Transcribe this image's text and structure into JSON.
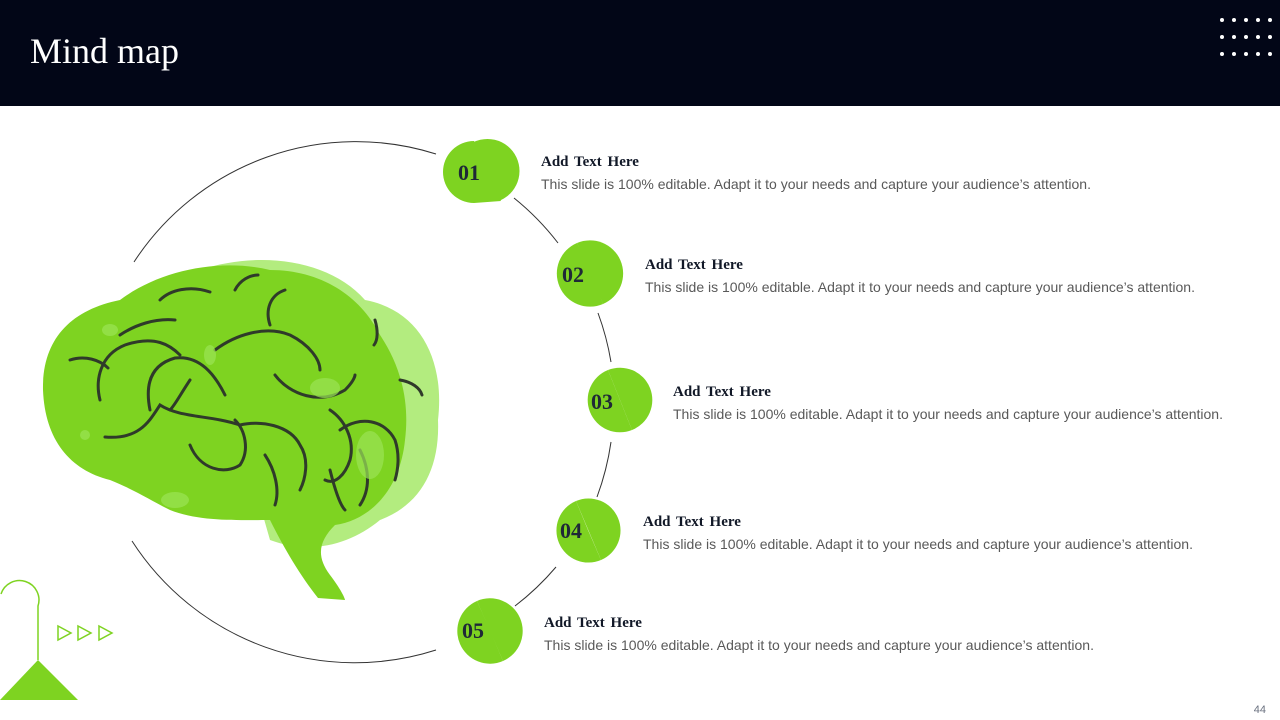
{
  "slide": {
    "title": "Mind map",
    "page_number": "44"
  },
  "colors": {
    "header_bg": "#020617",
    "accent_green": "#7ed321",
    "accent_green_light": "#b3ec7f",
    "text_dark": "#111827",
    "text_body": "#595959"
  },
  "icons": {
    "central": "brain-icon",
    "corner_decor": "dot-grid-icon",
    "bottom_decor": "triangle-arrows-icon"
  },
  "items": [
    {
      "number": "01",
      "title": "Add Text Here",
      "description": "This slide is 100% editable. Adapt it to your needs and capture your audience’s attention."
    },
    {
      "number": "02",
      "title": "Add Text Here",
      "description": "This slide is 100% editable. Adapt it to your needs and capture your audience’s attention."
    },
    {
      "number": "03",
      "title": "Add Text Here",
      "description": "This slide is 100% editable. Adapt it to your needs and capture your audience’s attention."
    },
    {
      "number": "04",
      "title": "Add Text Here",
      "description": "This slide is 100% editable. Adapt it to your needs and capture your audience’s attention."
    },
    {
      "number": "05",
      "title": "Add Text Here",
      "description": "This slide is 100% editable. Adapt it to your needs and capture your audience’s attention."
    }
  ]
}
